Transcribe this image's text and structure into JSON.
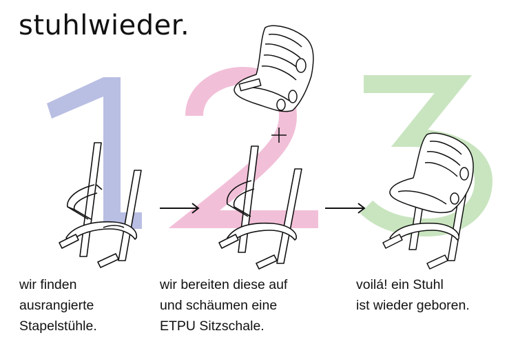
{
  "title": "stuhlwieder.",
  "steps": [
    {
      "number": "1",
      "color": "#b9bee3",
      "caption_lines": [
        "wir finden",
        "ausrangierte",
        "Stapelstühle."
      ]
    },
    {
      "number": "2",
      "color": "#f2bfd8",
      "caption_lines": [
        "wir bereiten diese auf",
        "und schäumen eine",
        "ETPU Sitzschale."
      ]
    },
    {
      "number": "3",
      "color": "#c9e5c0",
      "caption_lines": [
        "voilá! ein Stuhl",
        "ist wieder geboren."
      ]
    }
  ],
  "icons": [
    "arrow-right-icon",
    "plus-icon",
    "chair-frame-icon",
    "seat-shell-icon",
    "chair-icon"
  ]
}
